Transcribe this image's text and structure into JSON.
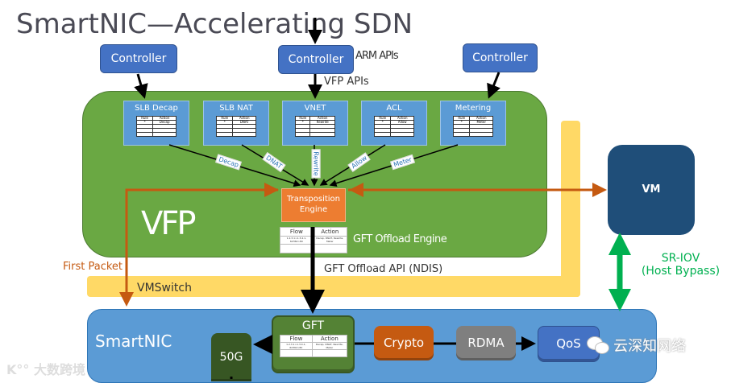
{
  "title": "SmartNIC—Accelerating SDN",
  "controllers": [
    {
      "label": "Controller"
    },
    {
      "label": "Controller"
    },
    {
      "label": "Controller"
    }
  ],
  "api_labels": {
    "arm": "ARM APIs",
    "vfp": "VFP APIs",
    "gft_offload_api": "GFT Offload API (NDIS)"
  },
  "vfp": {
    "label": "VFP",
    "tables": [
      {
        "title": "SLB Decap",
        "rule_header": "Rule",
        "action_header": "Action",
        "rule": "*",
        "action": "Decap",
        "edge_label": "Decap"
      },
      {
        "title": "SLB NAT",
        "rule_header": "Rule",
        "action_header": "Action",
        "rule": "*",
        "action": "DNAT",
        "edge_label": "DNAT"
      },
      {
        "title": "VNET",
        "rule_header": "Rule",
        "action_header": "Action",
        "rule": "*",
        "action": "Rewrite",
        "edge_label": "Rewrite"
      },
      {
        "title": "ACL",
        "rule_header": "Rule",
        "action_header": "Action",
        "rule": "*",
        "action": "Allow",
        "edge_label": "Allow"
      },
      {
        "title": "Metering",
        "rule_header": "Rule",
        "action_header": "Action",
        "rule": "*",
        "action": "Meter",
        "edge_label": "Meter"
      }
    ],
    "transposition_engine": {
      "line1": "Transposition",
      "line2": "Engine"
    },
    "gft_offload_engine": "GFT Offload Engine",
    "flow_table": {
      "flow_header": "Flow",
      "action_header": "Action",
      "flow_value": "1.2.3.1>1.3.4.1, 62362>80",
      "action_value": "Decap, DNAT, Rewrite, Meter"
    }
  },
  "first_packet": "First Packet",
  "vmswitch": "VMSwitch",
  "vm": "VM",
  "sriov": {
    "line1": "SR-IOV",
    "line2": "(Host Bypass)"
  },
  "smartnic": {
    "label": "SmartNIC",
    "port": "50G",
    "gft": {
      "title": "GFT",
      "flow_header": "Flow",
      "action_header": "Action",
      "flow_value": "1.2.3.1>1.3.4.1, 62362>80",
      "action_value": "Decap, DNAT, Rewrite, Meter"
    },
    "crypto": "Crypto",
    "rdma": "RDMA",
    "qos": "QoS"
  },
  "watermarks": {
    "left": "大数跨境",
    "right": "云深知网络"
  },
  "colors": {
    "controller": "#4472c4",
    "vfp_green": "#6aa843",
    "table_blue": "#5b9bd5",
    "engine_orange": "#ed7d31",
    "first_packet_orange": "#c55a11",
    "vmswitch_yellow": "#ffd966",
    "vm_navy": "#1f4e79",
    "sriov_green": "#00b050",
    "gft_green": "#548235",
    "port_dark_green": "#375623",
    "rdma_gray": "#7f7f7f",
    "qos_blue": "#4472c4"
  }
}
